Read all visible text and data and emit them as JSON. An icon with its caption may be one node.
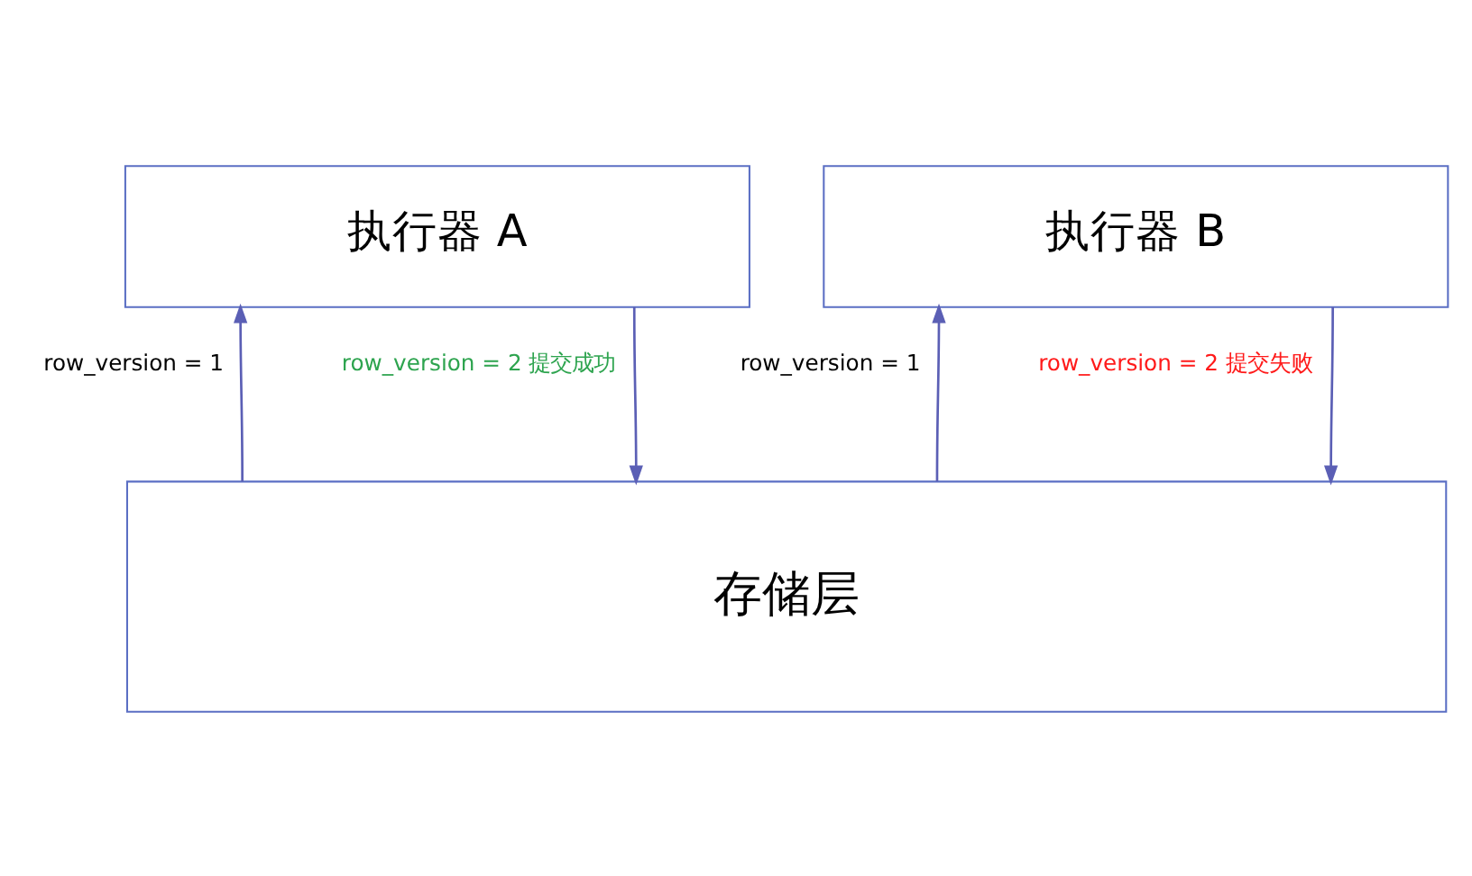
{
  "diagram": {
    "nodes": [
      {
        "text": [
          "执行器 A"
        ]
      },
      {
        "text": [
          "执行器 B"
        ]
      },
      {
        "text": [
          "存储层"
        ]
      }
    ],
    "edges": [
      {
        "from": 2,
        "to": 0,
        "arrow": "to",
        "label": "row_version = 1"
      },
      {
        "from": 0,
        "to": 2,
        "arrow": "to",
        "label": "row_version = 2 提交成功"
      },
      {
        "from": 2,
        "to": 1,
        "arrow": "to",
        "label": "row_version = 1"
      },
      {
        "from": 1,
        "to": 2,
        "arrow": "to",
        "label": "row_version = 2 提交失败"
      }
    ]
  }
}
